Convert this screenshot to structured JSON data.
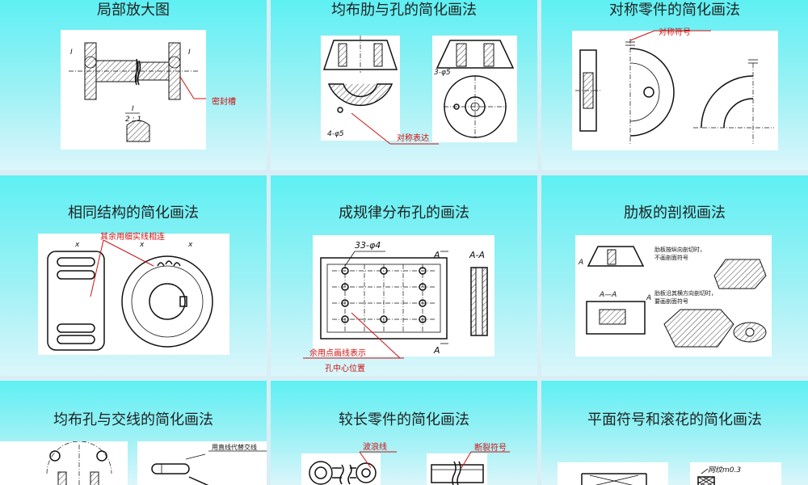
{
  "panels": [
    {
      "title": "局部放大图",
      "annotations": {
        "seal": "密封槽"
      },
      "labels": {
        "roman_left": "I",
        "roman_right": "I",
        "scale": "I",
        "scale_den": "2 : 1"
      }
    },
    {
      "title": "均布肋与孔的简化画法",
      "annotations": {
        "symmetric": "对称表达"
      },
      "labels": {
        "holes_a": "3-φ5",
        "holes_b": "4-φ5"
      }
    },
    {
      "title": "对称零件的简化画法",
      "annotations": {
        "symbol": "对称符号"
      }
    },
    {
      "title": "相同结构的简化画法",
      "annotations": {
        "thin_lines": "其余用细实线相连"
      },
      "labels": {
        "x1": "x",
        "x2": "x",
        "x3": "x"
      }
    },
    {
      "title": "成规律分布孔的画法",
      "annotations": {
        "dashdot": "余用点画线表示",
        "center": "孔中心位置"
      },
      "labels": {
        "holes": "33-φ4",
        "sec_a": "A",
        "sec_aa": "A-A",
        "sec_a2": "A"
      }
    },
    {
      "title": "肋板的剖视画法",
      "labels": {
        "n1": "肋板按纵向剖切时，",
        "n2": "不画剖面符号",
        "n3": "肋板沿其横方向剖切时，",
        "n4": "要画剖面符号",
        "a1": "A",
        "a2": "A",
        "aa": "A—A"
      }
    },
    {
      "title": "均布孔与交线的简化画法",
      "annotations": {
        "straight": "用直线代替交线"
      }
    },
    {
      "title": "较长零件的简化画法",
      "annotations": {
        "wave": "波浪线",
        "break": "断裂符号"
      }
    },
    {
      "title": "平面符号和滚花的简化画法",
      "labels": {
        "knurl": "网纹m0.3"
      }
    }
  ],
  "colors": {
    "panel_top": "#5ef0f3",
    "panel_bottom": "#dbf6fb",
    "annotation": "#cc1111",
    "gap": "#d9eef4"
  }
}
